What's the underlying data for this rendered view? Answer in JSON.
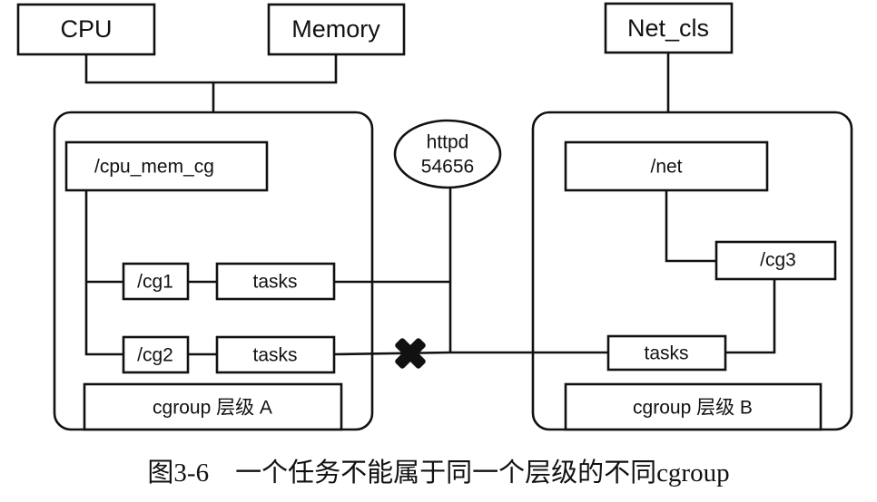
{
  "subsystems": {
    "cpu": "CPU",
    "memory": "Memory",
    "net_cls": "Net_cls"
  },
  "hierarchy_a": {
    "root": "/cpu_mem_cg",
    "cg1": "/cg1",
    "cg1_tasks": "tasks",
    "cg2": "/cg2",
    "cg2_tasks": "tasks",
    "label": "cgroup 层级 A"
  },
  "hierarchy_b": {
    "root": "/net",
    "cg3": "/cg3",
    "cg3_tasks": "tasks",
    "label": "cgroup 层级 B"
  },
  "process": {
    "name": "httpd",
    "pid": "54656"
  },
  "markers": {
    "forbidden_icon": "cross-mark"
  },
  "caption": "图3-6　一个任务不能属于同一个层级的不同cgroup"
}
